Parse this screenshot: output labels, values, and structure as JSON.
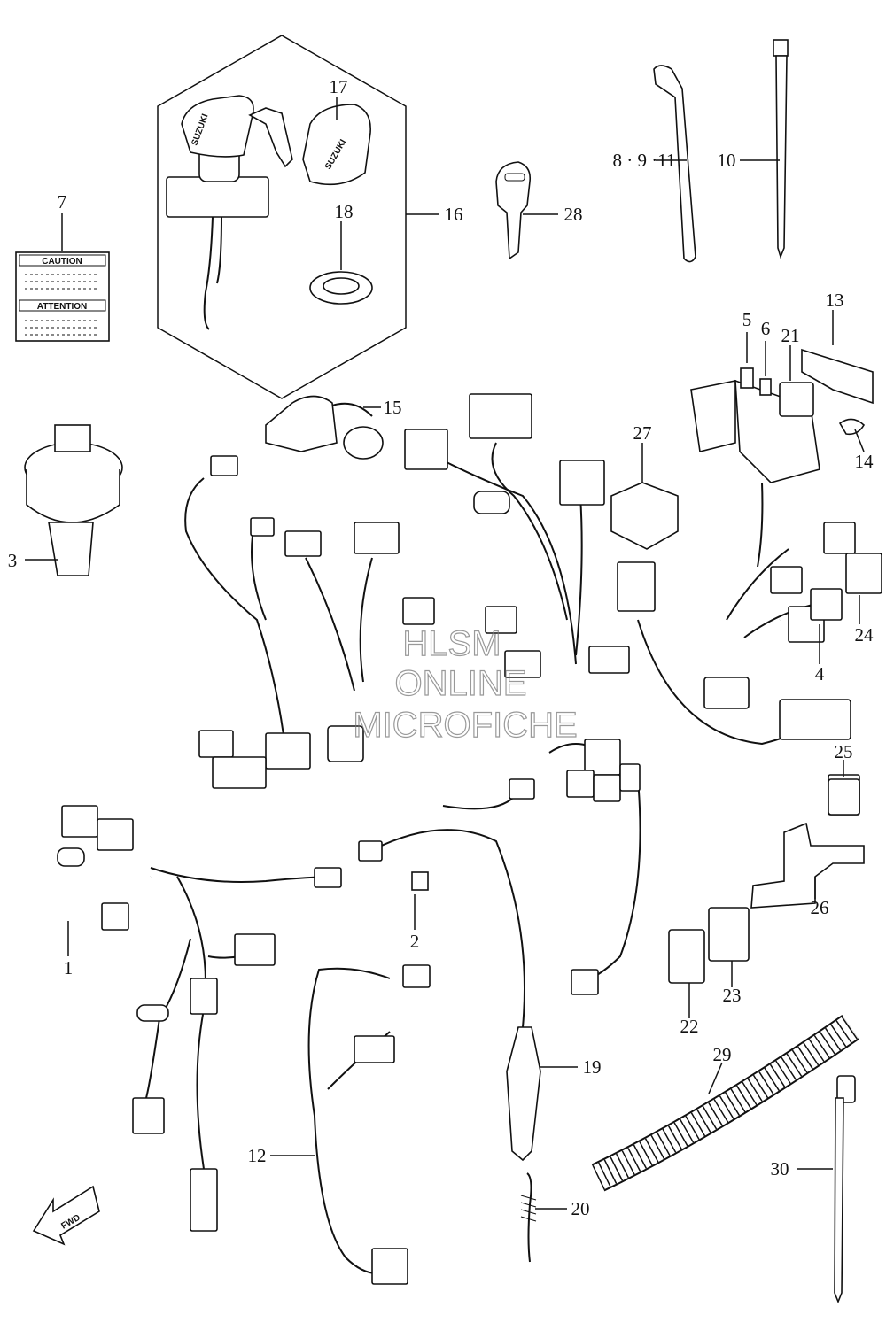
{
  "callouts": [
    "1",
    "2",
    "3",
    "4",
    "5",
    "6",
    "7",
    "8 · 9 ·11",
    "10",
    "12",
    "13",
    "14",
    "15",
    "16",
    "17",
    "18",
    "19",
    "20",
    "21",
    "22",
    "23",
    "24",
    "25",
    "26",
    "27",
    "28",
    "29",
    "30"
  ],
  "label_caution": "CAUTION",
  "label_attention": "ATTENTION",
  "key_brand": "SUZUKI",
  "fwd_label": "FWD",
  "watermark": [
    "HLSM",
    "ONLINE",
    "MICROFICHE"
  ]
}
